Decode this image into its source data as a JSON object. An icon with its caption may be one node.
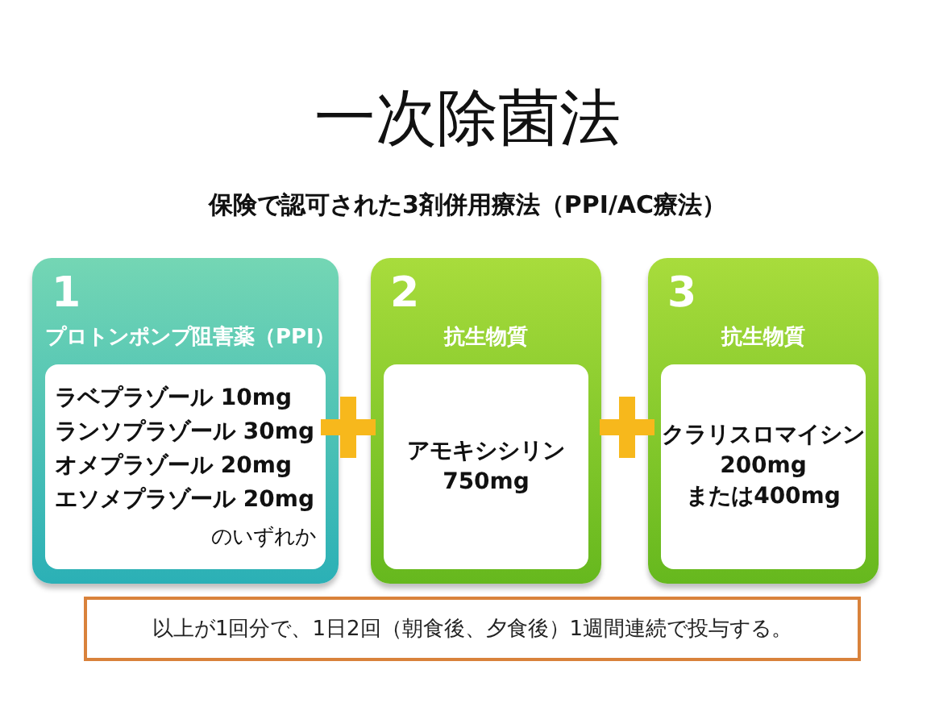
{
  "diagram": {
    "title": "一次除菌法",
    "nodes": [
      {
        "text": [
          "1",
          "プロトンポンプ阻害薬（PPI）"
        ]
      },
      {
        "text": [
          "ラベプラゾール 10mg",
          "ランソプラゾール 30mg",
          "オメプラゾール 20mg",
          "エソメプラゾール 20mg",
          "のいずれか"
        ],
        "in": 0
      },
      {
        "text": [
          "2",
          "抗生物質"
        ]
      },
      {
        "text": [
          "アモキシシリン",
          "750mg"
        ],
        "in": 2
      },
      {
        "text": [
          "3",
          "抗生物質"
        ]
      },
      {
        "text": [
          "クラリスロマイシン",
          "200mg",
          "または400mg"
        ],
        "in": 4
      },
      {
        "text": [
          "以上が1回分で、1日2回（朝食後、夕食後）1週間連続で投与する。"
        ]
      }
    ],
    "labels": [
      "保険で認可された3剤併用療法（PPI/AC療法）"
    ]
  }
}
